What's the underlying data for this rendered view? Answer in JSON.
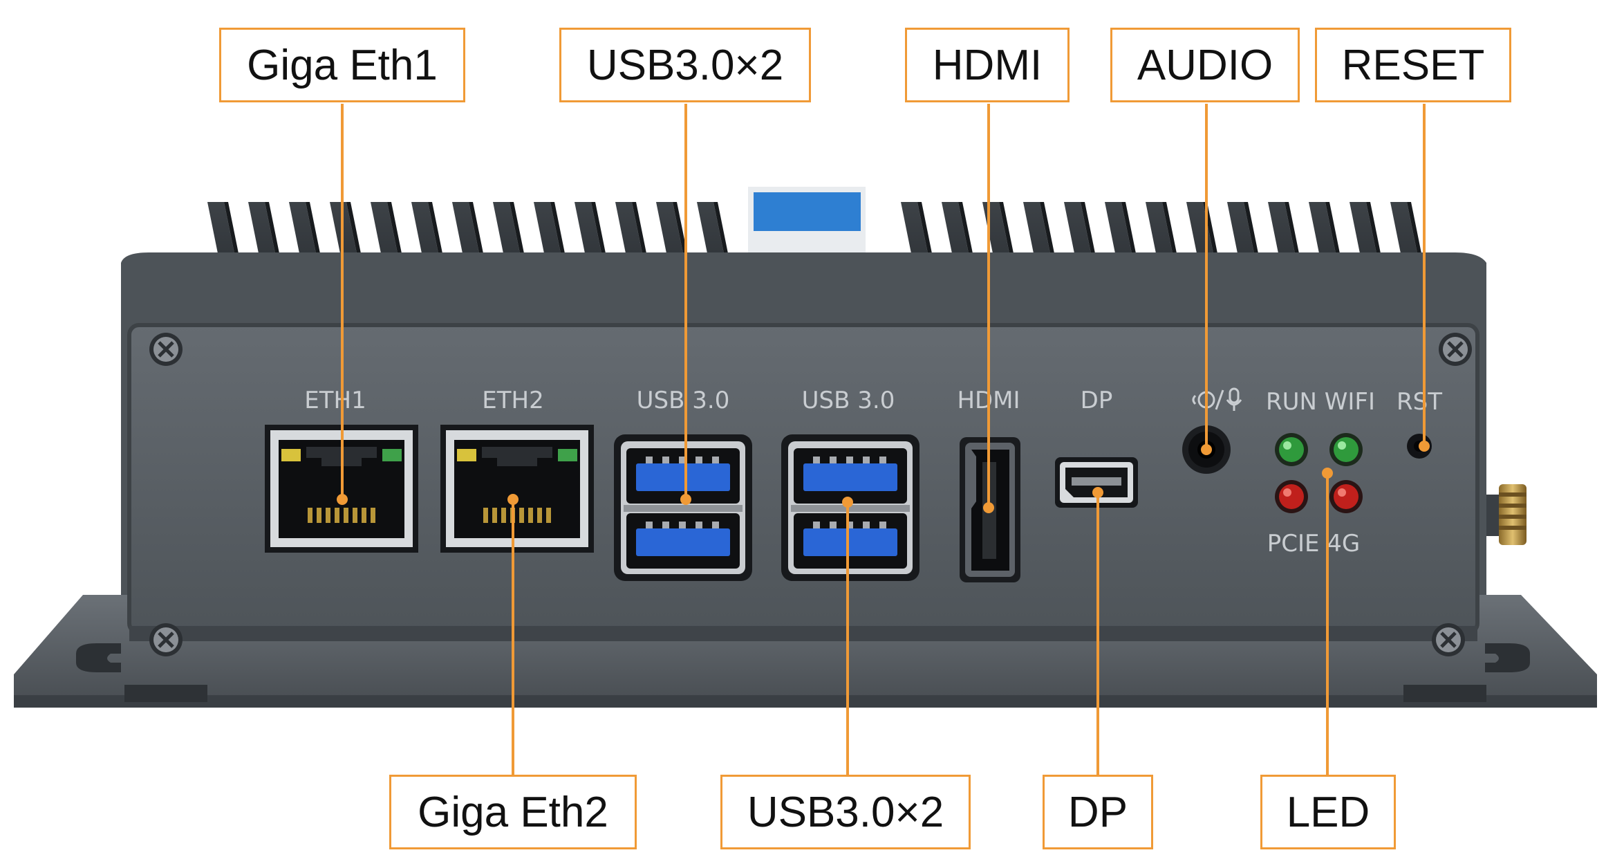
{
  "callouts": {
    "giga_eth1": "Giga Eth1",
    "usb_top": "USB3.0×2",
    "hdmi": "HDMI",
    "audio": "AUDIO",
    "reset": "RESET",
    "giga_eth2": "Giga Eth2",
    "usb_bottom": "USB3.0×2",
    "dp": "DP",
    "led": "LED"
  },
  "panel_labels": {
    "eth1": "ETH1",
    "eth2": "ETH2",
    "usb_a": "USB 3.0",
    "usb_b": "USB 3.0",
    "hdmi": "HDMI",
    "dp": "DP",
    "rst": "RST",
    "run_wifi": "RUN WIFI",
    "pcie_4g": "PCIE 4G"
  },
  "colors": {
    "callout_border": "#f09a36",
    "leader_line": "#f09a36",
    "chassis": "#5b6167",
    "usb_blue": "#2a66d6",
    "led_green": "#2f9a3c",
    "led_red": "#c0201c",
    "sticker_blue": "#2e7fd2"
  },
  "icons": {
    "audio_jack": "headset-mic-icon",
    "screws": "phillips-screw-icon",
    "antenna": "sma-antenna-connector-icon"
  }
}
